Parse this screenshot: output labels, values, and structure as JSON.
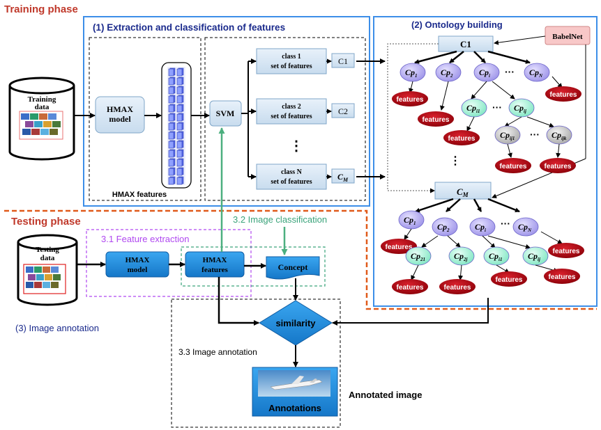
{
  "phases": {
    "training": "Training phase",
    "testing": "Testing phase"
  },
  "sections": {
    "extraction": "(1)  Extraction and classification of features",
    "ontology": "(2) Ontology  building",
    "annotation_section": "(3) Image annotation",
    "feature_extraction": "3.1 Feature extraction",
    "image_classification": "3.2 Image  classification",
    "image_annotation": "3.3 Image annotation"
  },
  "training": {
    "data_line1": "Training",
    "data_line2": "data",
    "hmax_line1": "HMAX",
    "hmax_line2": "model",
    "hmax_features": "HMAX features",
    "svm": "SVM",
    "classes": [
      {
        "line1": "class 1",
        "line2": "set of features",
        "out": "C1"
      },
      {
        "line1": "class 2",
        "line2": "set of features",
        "out": "C2"
      },
      {
        "line1": "class N",
        "line2": "set of features",
        "out_main": "C",
        "out_sub": "M"
      }
    ],
    "ellipsis": "⋮"
  },
  "ontology": {
    "babelnet": "BabelNet",
    "c1": "C1",
    "cm_main": "C",
    "cm_sub": "M",
    "features_label": "features",
    "cp": "Cp",
    "dots": "···",
    "vdots": "⋮"
  },
  "testing": {
    "data_line1": "Testing",
    "data_line2": "data",
    "hmax_line1": "HMAX",
    "hmax_line2": "model",
    "features_line1": "HMAX",
    "features_line2": "features",
    "concept": "Concept",
    "similarity": "similarity",
    "annotations": "Annotations",
    "annotated_image": "Annotated image"
  },
  "colors": {
    "phase_title": "#c0392b",
    "blue_frame": "#3c8ee8",
    "orange_dash": "#e05a1a",
    "violet_dash": "#b048f0",
    "green_dash": "#3aa37a",
    "green_arrow": "#4caf7f",
    "light_box": "#d6e6f4",
    "dark_blue_box": "#1f8fe0",
    "node_purple": "#b7b0f0",
    "node_teal": "#a8f0d8",
    "node_gray": "#c8c8c8",
    "features_red": "#a8000c",
    "babelnet_pink": "#f8c8c8",
    "section_title": "#1a2a8c"
  }
}
